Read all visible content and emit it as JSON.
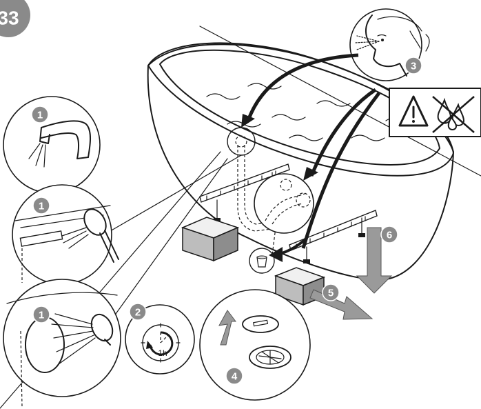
{
  "step_number": "33",
  "timer_label": "1h",
  "badges": {
    "rinse_tap": "1",
    "rinse_overflow": "1",
    "rinse_shower": "1",
    "wait": "2",
    "inspect": "3",
    "drain_cover": "4",
    "remove_blocks": "5",
    "lower_tub": "6"
  },
  "icons": [
    "warning-triangle-icon",
    "no-drops-icon",
    "timer-icon",
    "face-inspecting-icon",
    "bucket-icon"
  ],
  "colors": {
    "badge_grey": "#8a8a8a",
    "arrow_grey": "#9a9a9a",
    "line": "#1a1a1a"
  }
}
